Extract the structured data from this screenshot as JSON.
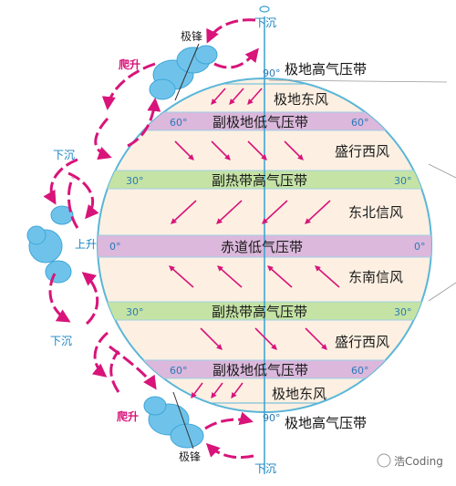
{
  "diagram": {
    "polar_high_top": "极地高气压带",
    "polar_east_top": "极地东风",
    "subpolar_low_top": "副极地低气压带",
    "westerlies_top": "盛行西风",
    "subtropical_high_top": "副热带高气压带",
    "ne_trades": "东北信风",
    "equatorial_low": "赤道低气压带",
    "se_trades": "东南信风",
    "subtropical_high_bottom": "副热带高气压带",
    "westerlies_bottom": "盛行西风",
    "subpolar_low_bottom": "副极地低气压带",
    "polar_east_bottom": "极地东风",
    "polar_high_bottom": "极地高气压带",
    "lat_90_top": "90°",
    "lat_60_n_left": "60°",
    "lat_60_n_right": "60°",
    "lat_30_n_left": "30°",
    "lat_30_n_right": "30°",
    "lat_0_left": "0°",
    "lat_0_right": "0°",
    "lat_30_s_left": "30°",
    "lat_30_s_right": "30°",
    "lat_60_s_left": "60°",
    "lat_60_s_right": "60°",
    "lat_90_bottom": "90°",
    "sink_top": "下沉",
    "sink_bottom": "下沉",
    "sink_left_n": "下沉",
    "sink_left_s": "下沉",
    "rise_n": "爬升",
    "rise_s": "爬升",
    "rise_eq": "上升",
    "front_n": "极锋",
    "front_s": "极锋",
    "watermark": "浩Coding"
  },
  "colors": {
    "globe_fill": "#fdf0e2",
    "globe_outline": "#5ab6d8",
    "low_belt": "#dbb8dc",
    "high_belt": "#c4e3a4",
    "arrow": "#d8147a",
    "cyan_text": "#1683c4",
    "cloud": "#6fc3ea"
  }
}
